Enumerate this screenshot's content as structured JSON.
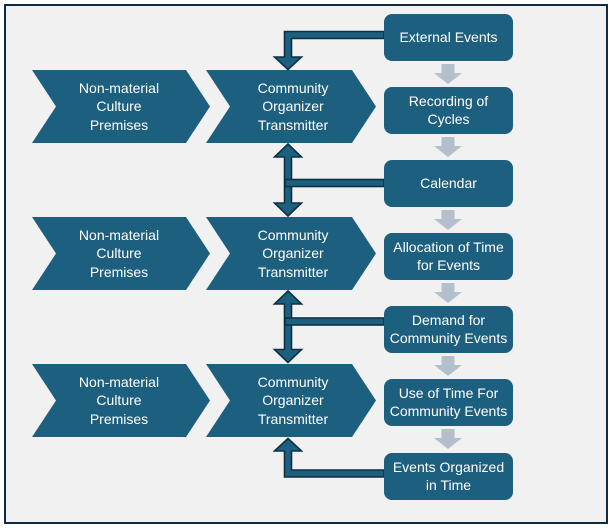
{
  "diagram": {
    "title": "Community events time-organization flow diagram",
    "colors": {
      "shape_fill": "#1d5f7e",
      "connector_outline": "#0d3143",
      "flow_arrow_gray": "#b3bfcb",
      "background": "#f1f1f2",
      "frame_border": "#0f2b3d",
      "label_text": "#ffffff"
    },
    "premise_chevrons": [
      {
        "label": "Non-material\nCulture\nPremises"
      },
      {
        "label": "Non-material\nCulture\nPremises"
      },
      {
        "label": "Non-material\nCulture\nPremises"
      }
    ],
    "transmitter_chevrons": [
      {
        "label": "Community\nOrganizer\nTransmitter"
      },
      {
        "label": "Community\nOrganizer\nTransmitter"
      },
      {
        "label": "Community\nOrganizer\nTransmitter"
      }
    ],
    "process_boxes": [
      {
        "label": "External Events"
      },
      {
        "label": "Recording of\nCycles"
      },
      {
        "label": "Calendar"
      },
      {
        "label": "Allocation of Time\nfor Events"
      },
      {
        "label": "Demand for\nCommunity Events"
      },
      {
        "label": "Use of Time For\nCommunity Events"
      },
      {
        "label": "Events Organized\nin Time"
      }
    ]
  }
}
